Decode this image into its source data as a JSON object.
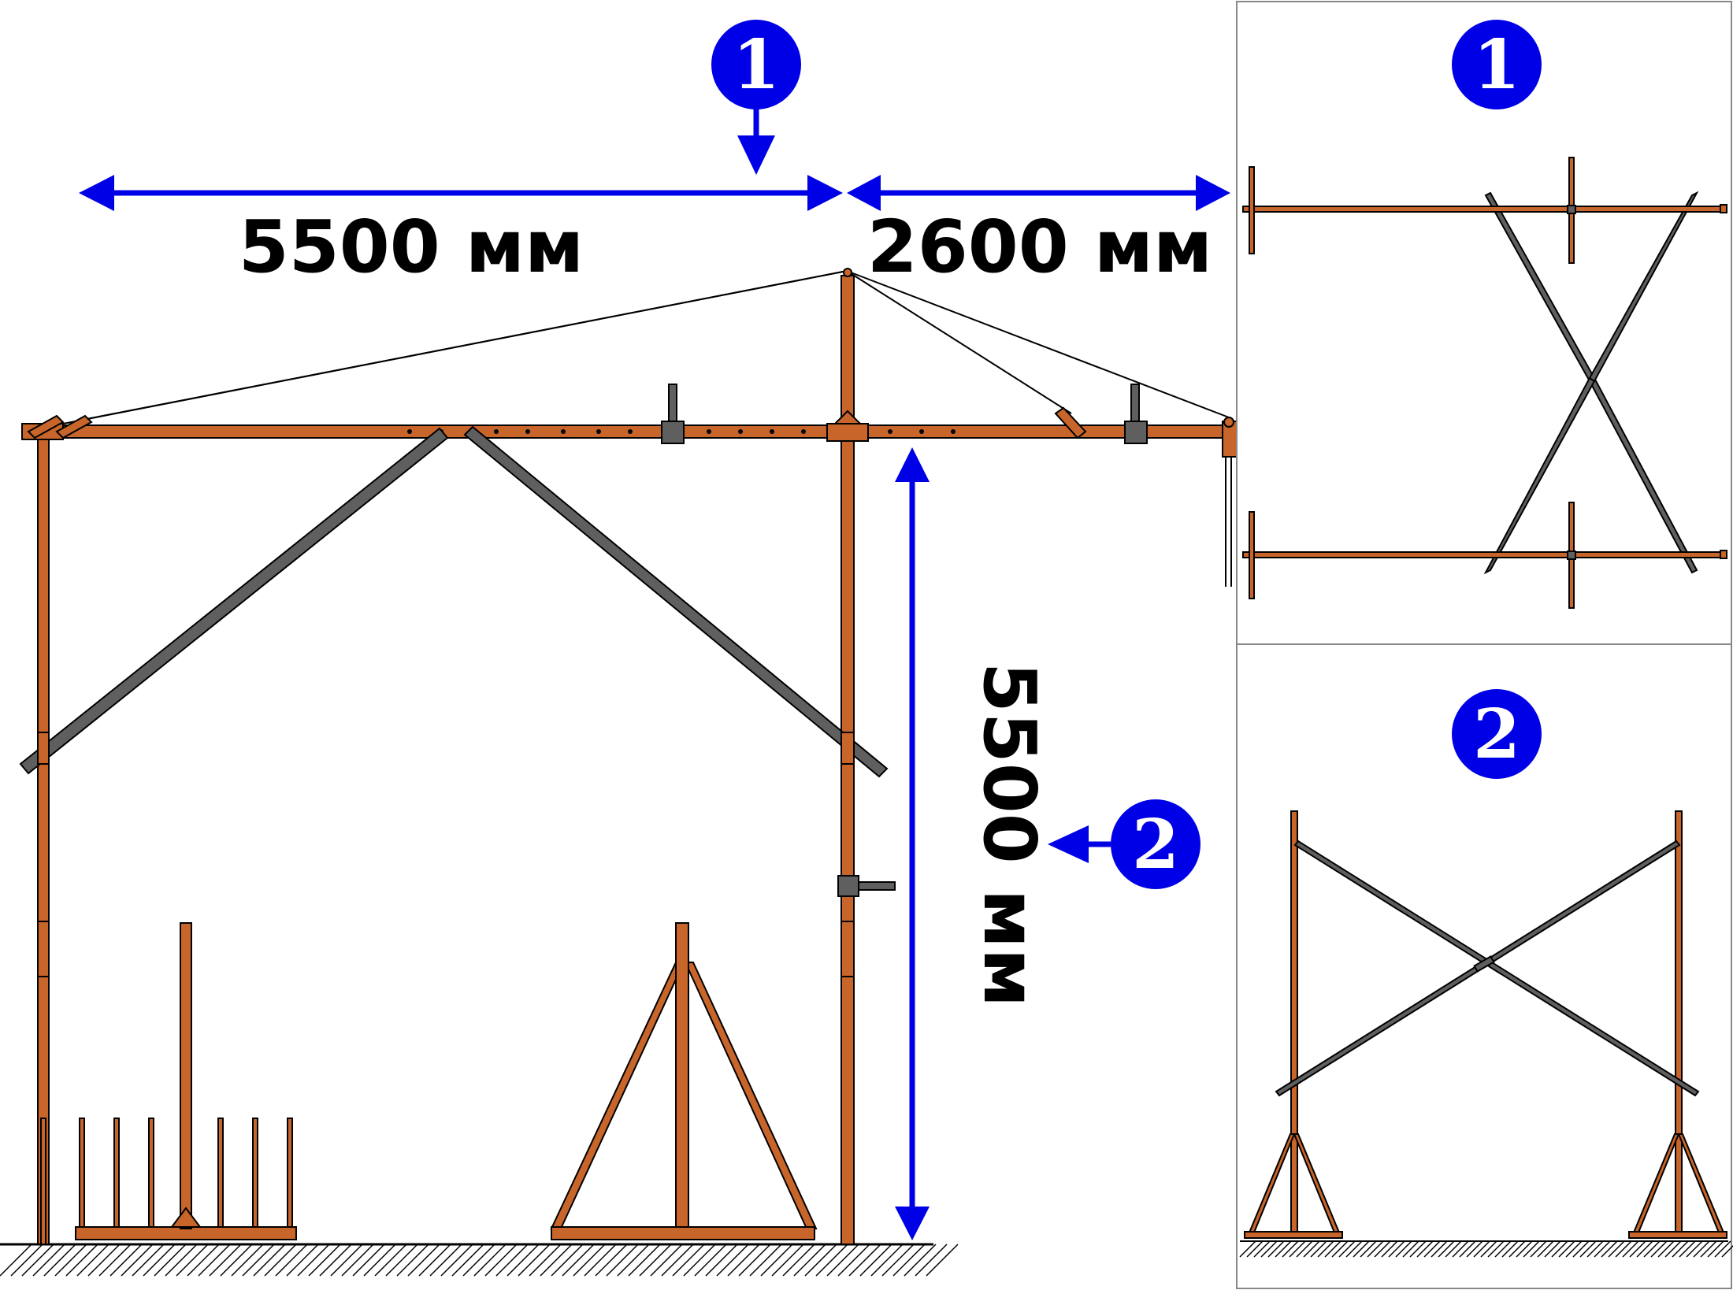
{
  "dimensions": {
    "top_left": "5500 мм",
    "top_right": "2600 мм",
    "vertical": "5500 мм"
  },
  "badges": {
    "view1_marker": "1",
    "view2_marker": "2",
    "inset1_label": "1",
    "inset2_label": "2"
  },
  "colors": {
    "steel": "#c8652a",
    "brace": "#5f5f5f",
    "arrow": "#0000e6",
    "badge": "#0000e6"
  }
}
